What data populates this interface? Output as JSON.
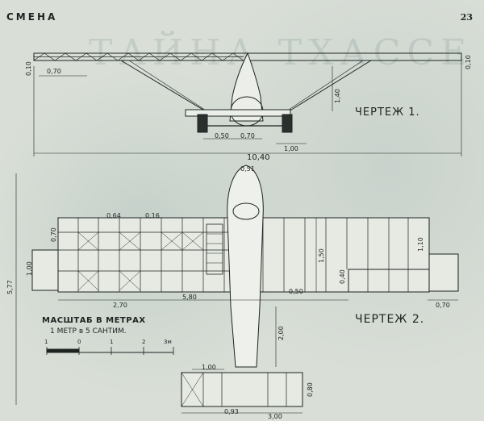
{
  "page": {
    "magazine": "СМЕНА",
    "page_number": "23",
    "background_title": "ТАЙНА ТХАССЕ"
  },
  "drawing1": {
    "caption": "ЧЕРТЕЖ 1.",
    "dims": {
      "overall_width": "10,40",
      "wing_left": "0,70",
      "height_left": "0,10",
      "height_right": "0,10",
      "strut_height": "1,40",
      "axle_left": "0,50",
      "axle_right": "0,70",
      "step": "1,00"
    }
  },
  "drawing2": {
    "caption": "ЧЕРТЕЖ 2.",
    "dims": {
      "nose": "0,51",
      "bay_a": "0,64",
      "bay_b": "0,16",
      "chord_left": "0,70",
      "side_left": "1,00",
      "total_height": "5,77",
      "chord_center": "1,50",
      "chord_right": "1,10",
      "cut_a": "0,50",
      "cut_b": "0,40",
      "span_left": "2,70",
      "span_center": "5,80",
      "tip_right": "0,70",
      "fuselage_length": "2,00",
      "tail_chord": "1,00",
      "tail_depth": "0,80",
      "tail_span_inner": "0,93",
      "tail_span": "3,00"
    }
  },
  "scale": {
    "title": "МАСШТАБ В МЕТРАХ",
    "subtitle": "1 МЕТР в 5 САНТИМ.",
    "ticks": [
      "1",
      "0",
      "1",
      "2",
      "3м"
    ]
  }
}
